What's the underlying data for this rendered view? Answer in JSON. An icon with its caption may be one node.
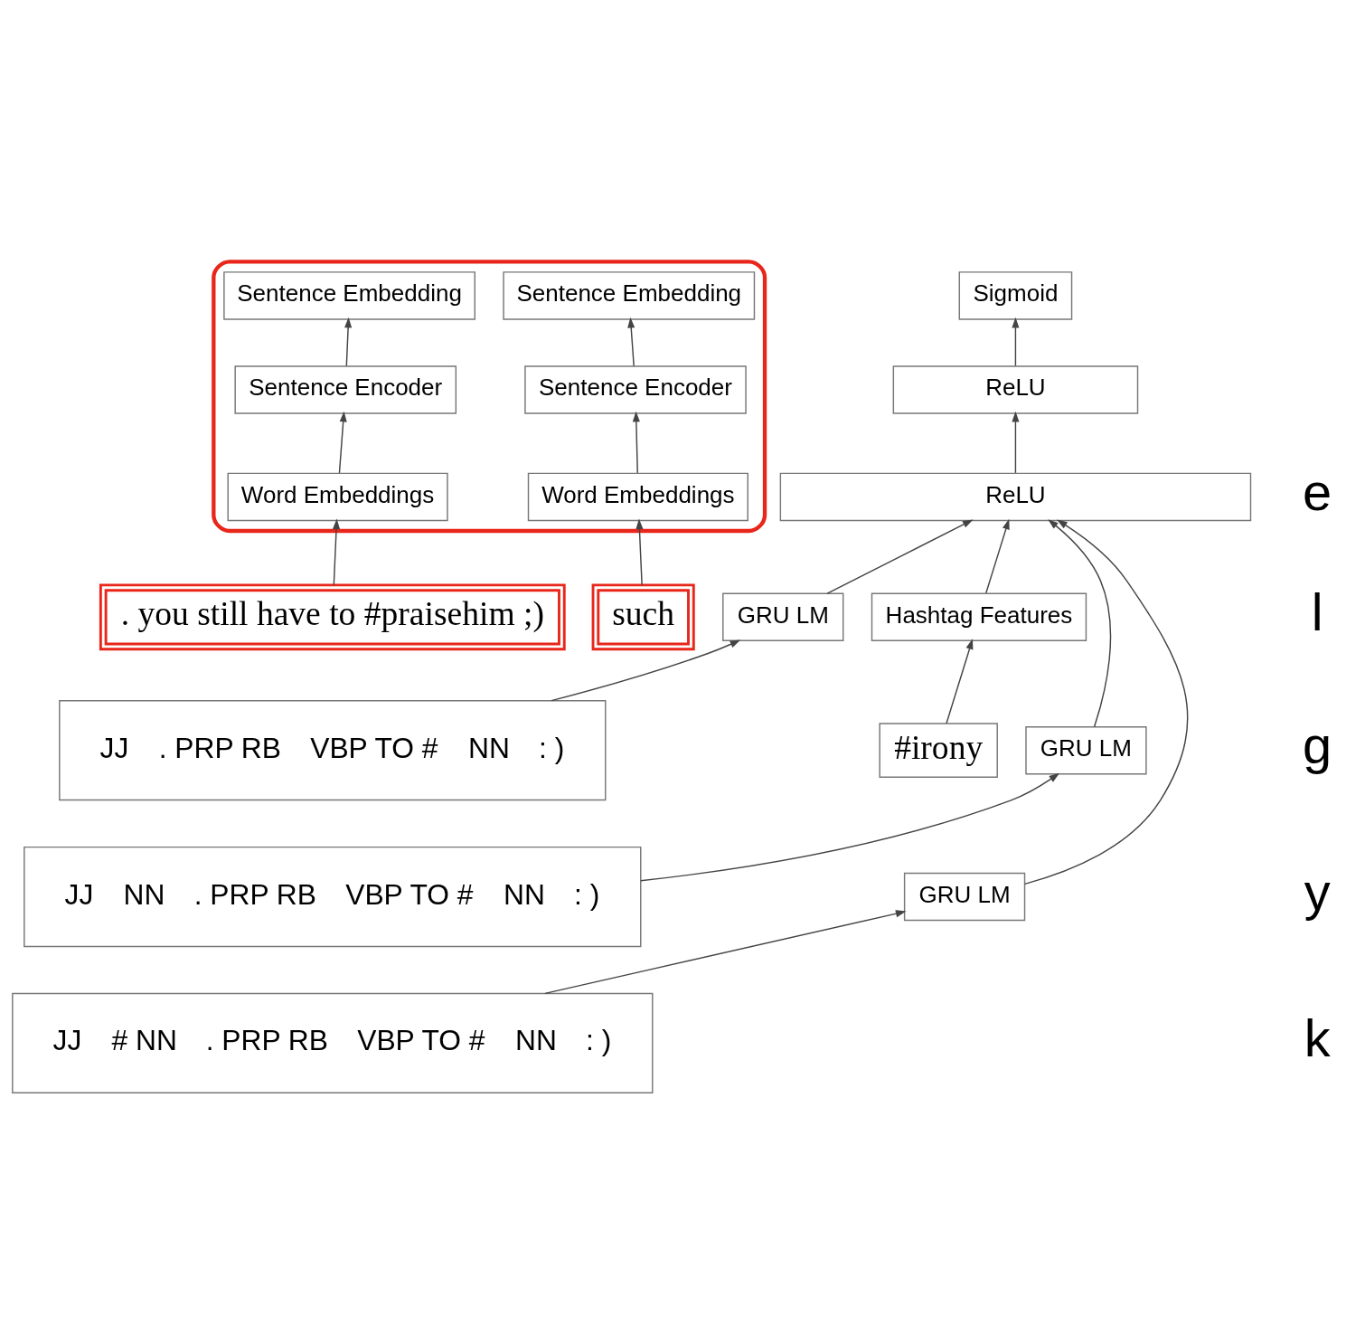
{
  "diagram": {
    "nodes": [
      {
        "text": [
          "Sigmoid"
        ]
      },
      {
        "text": [
          "ReLU"
        ]
      },
      {
        "text": [],
        "shape": "box"
      },
      {
        "text": [
          "Sentence Embedding"
        ],
        "in": 2
      },
      {
        "text": [
          "Sentence Embedding"
        ],
        "in": 2
      },
      {
        "text": [
          "ReLU"
        ]
      },
      {
        "text": [
          "Sentence Encoder"
        ],
        "in": 2
      },
      {
        "text": [
          "Sentence Encoder"
        ],
        "in": 2
      },
      {
        "text": [
          "GRU LM"
        ]
      },
      {
        "text": [
          "GRU LM"
        ]
      },
      {
        "text": [
          "Word Embeddings"
        ],
        "in": 2
      },
      {
        "text": [
          "Word Embeddings"
        ],
        "in": 2
      },
      {
        "text": [
          "Hashtag Features"
        ]
      },
      {
        "text": [
          "GRU LM"
        ]
      },
      {
        "text": [
          "such"
        ]
      },
      {
        "text": [
          "#irony"
        ]
      },
      {
        "text": [
          ". you still have to #praisehim ;)"
        ]
      },
      {
        "text": [
          "JJ",
          ". PRP RB",
          "VBP TO #",
          "NN",
          ": )"
        ]
      },
      {
        "text": [
          "JJ",
          "NN",
          ". PRP RB",
          "VBP TO #",
          "NN",
          ": )"
        ]
      },
      {
        "text": [
          "JJ",
          "# NN",
          ". PRP RB",
          "VBP TO #",
          "NN",
          ": )"
        ]
      }
    ],
    "edges": [
      {
        "from": 1,
        "to": 0,
        "arrow": "to"
      },
      {
        "from": 5,
        "to": 1,
        "arrow": "to"
      },
      {
        "from": 6,
        "to": 3,
        "arrow": "to"
      },
      {
        "from": 7,
        "to": 4,
        "arrow": "to"
      },
      {
        "from": 12,
        "to": 5,
        "arrow": "to"
      },
      {
        "from": 13,
        "to": 5,
        "arrow": "to"
      },
      {
        "from": 9,
        "to": 5,
        "arrow": "to"
      },
      {
        "from": 8,
        "to": 5,
        "arrow": "to"
      },
      {
        "from": 10,
        "to": 6,
        "arrow": "to"
      },
      {
        "from": 11,
        "to": 7,
        "arrow": "to"
      },
      {
        "from": 14,
        "to": 10,
        "arrow": "to"
      },
      {
        "from": 15,
        "to": 12,
        "arrow": "to"
      },
      {
        "from": 16,
        "to": 11,
        "arrow": "to"
      },
      {
        "from": 17,
        "to": 13,
        "arrow": "to"
      },
      {
        "from": 18,
        "to": 9,
        "arrow": "to"
      },
      {
        "from": 19,
        "to": 8,
        "arrow": "to"
      }
    ],
    "labels": [
      "e",
      "l",
      "g",
      "y",
      "k"
    ]
  }
}
